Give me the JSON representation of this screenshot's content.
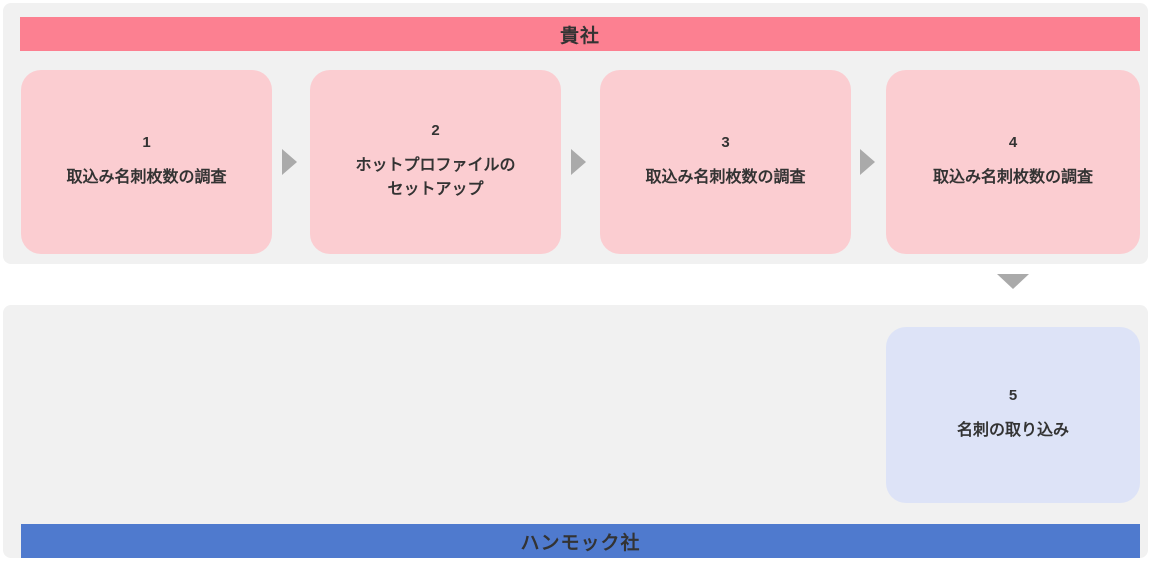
{
  "diagram": {
    "title_top_lane": "貴社",
    "title_bottom_lane": "ハンモック社",
    "colors": {
      "lane_background": "#f1f1f1",
      "top_lane_bar": "#fc8091",
      "bottom_lane_bar": "#4f7ace",
      "pink_step": "#fbcdd1",
      "blue_step": "#dde3f7",
      "arrow": "#aaaaaa",
      "text": "#333333",
      "page_background": "#ffffff"
    }
  },
  "top_lane": {
    "label": "貴社",
    "steps": [
      {
        "number": "1",
        "label": "取込み名刺枚数の調査"
      },
      {
        "number": "2",
        "label": "ホットプロファイルの\nセットアップ"
      },
      {
        "number": "3",
        "label": "取込み名刺枚数の調査"
      },
      {
        "number": "4",
        "label": "取込み名刺枚数の調査"
      }
    ]
  },
  "bottom_lane": {
    "label": "ハンモック社",
    "steps": [
      {
        "number": "5",
        "label": "名刺の取り込み"
      }
    ]
  },
  "connectors": [
    {
      "from": "1",
      "to": "2",
      "direction": "right"
    },
    {
      "from": "2",
      "to": "3",
      "direction": "right"
    },
    {
      "from": "3",
      "to": "4",
      "direction": "right"
    },
    {
      "from": "4",
      "to": "5",
      "direction": "down"
    }
  ]
}
